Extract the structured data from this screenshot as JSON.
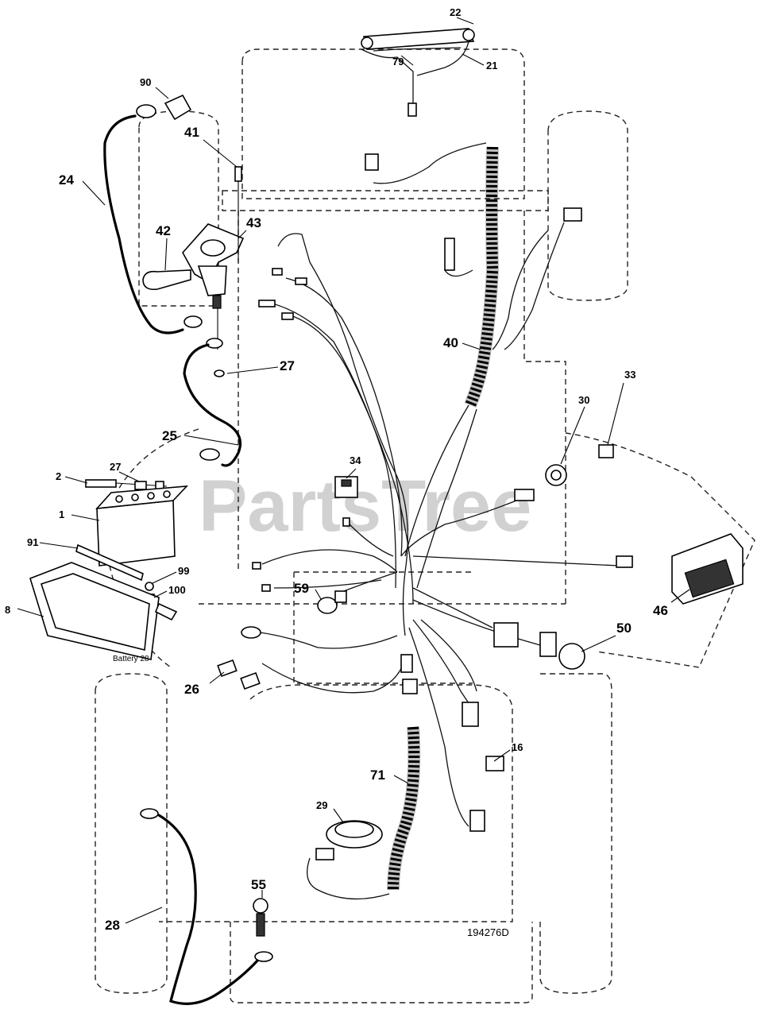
{
  "watermark": "PartsTree",
  "drawing_number": "194276D",
  "battery_label": "Battery 28",
  "callouts": {
    "c22": "22",
    "c79": "79",
    "c21": "21",
    "c90": "90",
    "c41": "41",
    "c24": "24",
    "c42": "42",
    "c43": "43",
    "c40": "40",
    "c27a": "27",
    "c25": "25",
    "c34": "34",
    "c33": "33",
    "c30": "30",
    "c2": "2",
    "c27b": "27",
    "c1": "1",
    "c91": "91",
    "c99": "99",
    "c100": "100",
    "c8": "8",
    "c59": "59",
    "c46": "46",
    "c50": "50",
    "c26": "26",
    "c16": "16",
    "c71": "71",
    "c29": "29",
    "c55": "55",
    "c28": "28"
  }
}
